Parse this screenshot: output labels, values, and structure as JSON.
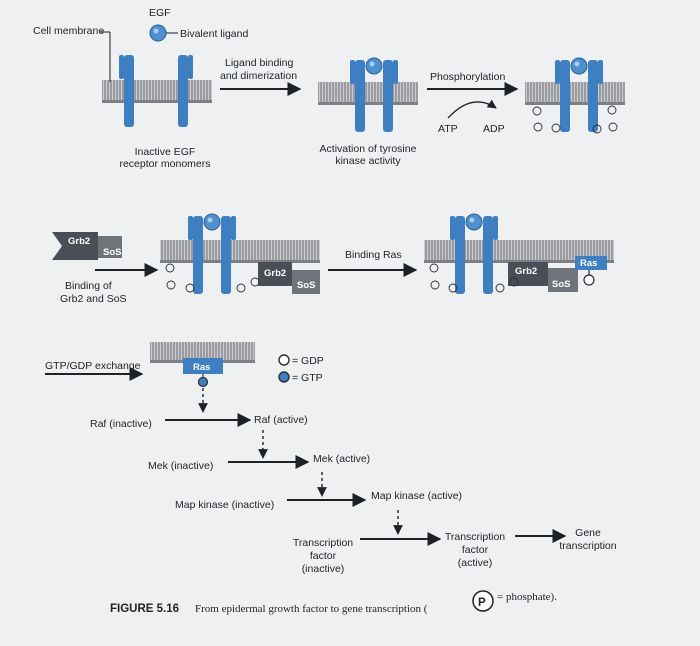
{
  "labels": {
    "egf": "EGF",
    "cell_membrane": "Cell membrane",
    "bivalent_ligand": "Bivalent ligand",
    "ligand_binding_1": "Ligand binding",
    "ligand_binding_2": "and dimerization",
    "phosphorylation": "Phosphorylation",
    "atp": "ATP",
    "adp": "ADP",
    "inactive_egf_1": "Inactive EGF",
    "inactive_egf_2": "receptor monomers",
    "activation_1": "Activation of tyrosine",
    "activation_2": "kinase activity",
    "grb2": "Grb2",
    "sos": "SoS",
    "binding_grb2_1": "Binding of",
    "binding_grb2_2": "Grb2 and SoS",
    "binding_ras": "Binding Ras",
    "ras": "Ras",
    "gtp_gdp_exchange": "GTP/GDP exchange",
    "gdp_legend": "= GDP",
    "gtp_legend": "= GTP",
    "raf_inactive": "Raf (inactive)",
    "raf_active": "Raf (active)",
    "mek_inactive": "Mek (inactive)",
    "mek_active": "Mek (active)",
    "map_inactive": "Map kinase (inactive)",
    "map_active": "Map kinase (active)",
    "tf_inactive_1": "Transcription",
    "tf_inactive_2": "factor",
    "tf_inactive_3": "(inactive)",
    "tf_active_1": "Transcription",
    "tf_active_2": "factor",
    "tf_active_3": "(active)",
    "gene_1": "Gene",
    "gene_2": "transcription",
    "phosphate_label": "P"
  },
  "figure_caption": {
    "label": "FIGURE 5.16",
    "text": "From epidermal growth factor to gene transcription (",
    "symbol": "P",
    "suffix": "= phosphate)."
  },
  "colors": {
    "receptor": "#3d7fc0",
    "ligand": "#4f90cf",
    "membrane": "#8d9096",
    "protein_dark": "#4a4f57",
    "arrow": "#1e2226",
    "background": "#eef0f2"
  }
}
